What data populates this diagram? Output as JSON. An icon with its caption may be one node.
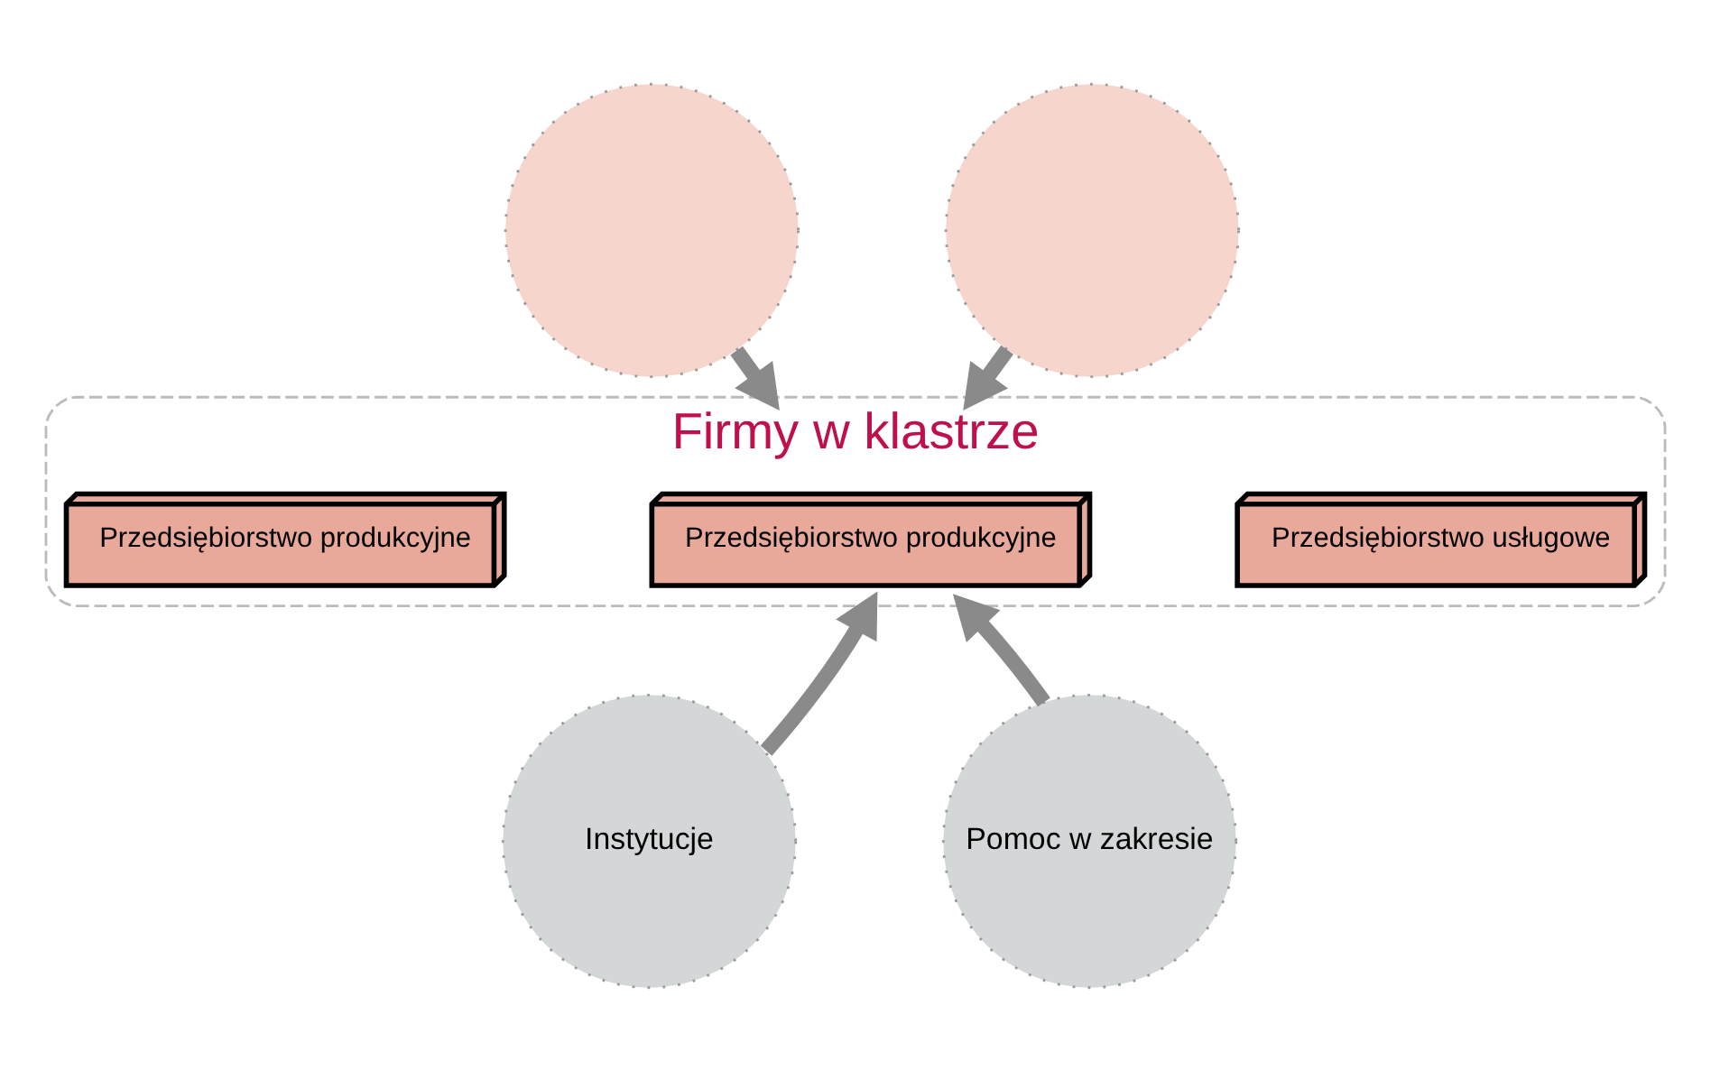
{
  "diagram": {
    "nodes": [
      {
        "text": [],
        "shape": "picture"
      },
      {
        "text": [],
        "shape": "picture"
      },
      {
        "text": [
          "Firmy w klastrze"
        ]
      },
      {
        "text": [
          "Przedsiębiorstwo produkcyjne"
        ],
        "in": 2
      },
      {
        "text": [
          "Przedsiębiorstwo produkcyjne"
        ],
        "in": 2
      },
      {
        "text": [
          "Przedsiębiorstwo usługowe"
        ],
        "in": 2
      },
      {
        "text": [
          "Instytucje"
        ]
      },
      {
        "text": [
          "Pomoc w zakresie"
        ]
      }
    ],
    "edges": [
      {
        "from": 0,
        "to": 2,
        "arrow": "to"
      },
      {
        "from": 1,
        "to": 2,
        "arrow": "to"
      },
      {
        "from": 6,
        "to": 2,
        "arrow": "to"
      },
      {
        "from": 7,
        "to": 2,
        "arrow": "to"
      }
    ]
  }
}
